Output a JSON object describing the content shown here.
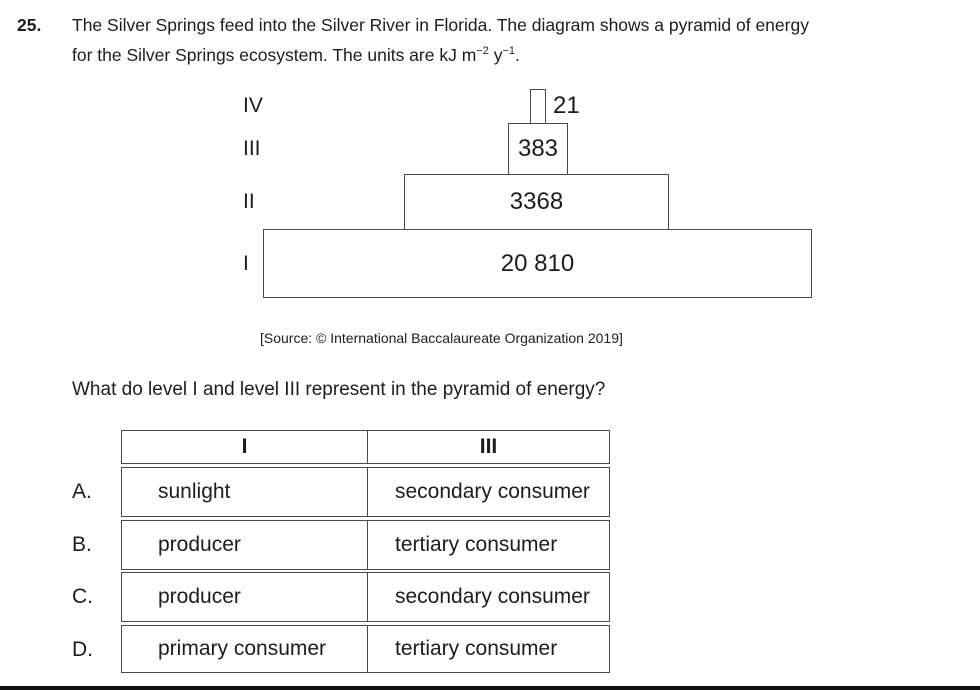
{
  "colors": {
    "background": "#ffffff",
    "text": "#1d1d1d",
    "border": "#4a4a4a",
    "page_edge": "#111111"
  },
  "intro": {
    "number": "25.",
    "line1": "The Silver Springs feed into the Silver River in Florida. The diagram shows a pyramid of energy",
    "line2_pre": "for the Silver Springs ecosystem. The units are kJ m",
    "line2_sup1": "−2",
    "line2_mid": " y",
    "line2_sup2": "−1",
    "line2_post": "."
  },
  "pyramid": {
    "levels": [
      {
        "label": "IV",
        "value": "21"
      },
      {
        "label": "III",
        "value": "383"
      },
      {
        "label": "II",
        "value": "3368"
      },
      {
        "label": "I",
        "value": "20 810"
      }
    ]
  },
  "source_line": "[Source: © International Baccalaureate Organization 2019]",
  "question_text": "What do level I and level III represent in the pyramid of energy?",
  "table": {
    "headers": [
      "I",
      "III"
    ],
    "rows": [
      {
        "letter": "A.",
        "col1": "sunlight",
        "col2": "secondary consumer"
      },
      {
        "letter": "B.",
        "col1": "producer",
        "col2": "tertiary consumer"
      },
      {
        "letter": "C.",
        "col1": "producer",
        "col2": "secondary consumer"
      },
      {
        "letter": "D.",
        "col1": "primary consumer",
        "col2": "tertiary consumer"
      }
    ]
  }
}
